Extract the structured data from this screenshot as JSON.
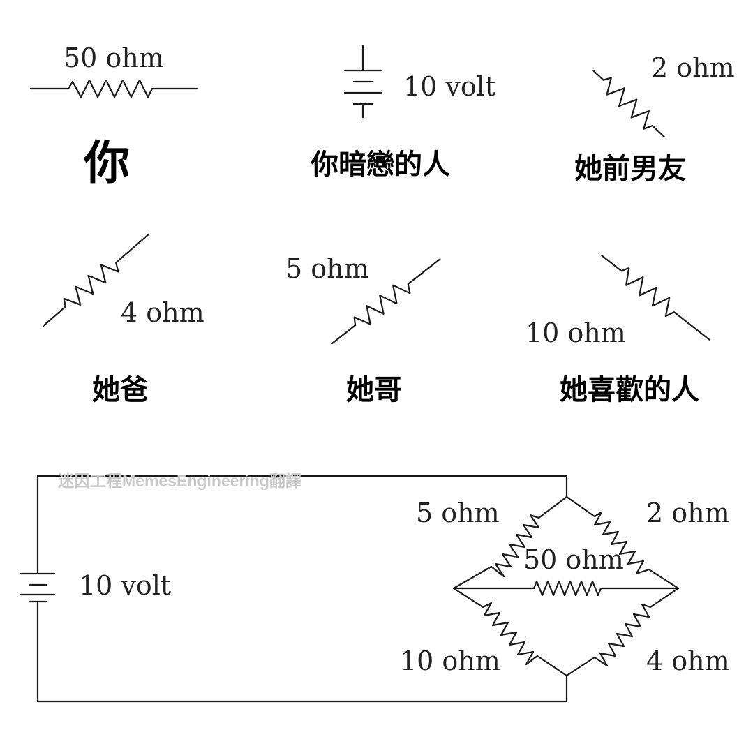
{
  "legend": {
    "you": {
      "value": "50 ohm",
      "caption": "你"
    },
    "crush": {
      "value": "10 volt",
      "caption": "你暗戀的人"
    },
    "ex": {
      "value": "2 ohm",
      "caption": "她前男友"
    },
    "dad": {
      "value": "4 ohm",
      "caption": "她爸"
    },
    "brother": {
      "value": "5 ohm",
      "caption": "她哥"
    },
    "her_crush": {
      "value": "10 ohm",
      "caption": "她喜歡的人"
    }
  },
  "circuit": {
    "watermark": "迷因工程MemesEngineering翻譯",
    "battery_label": "10 volt",
    "top_left": "5 ohm",
    "top_right": "2 ohm",
    "middle": "50 ohm",
    "bottom_left": "10 ohm",
    "bottom_right": "4 ohm"
  }
}
